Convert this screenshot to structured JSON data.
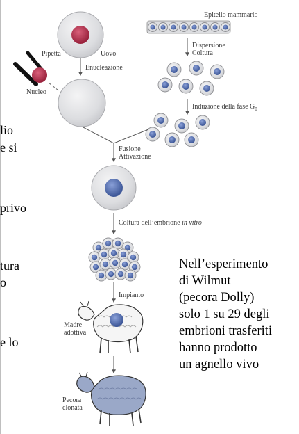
{
  "diagram": {
    "labels": {
      "epitelio": "Epitelio mammario",
      "pipetta": "Pipetta",
      "uovo": "Uovo",
      "enucleazione": "Enucleazione",
      "nucleo": "Nucleo",
      "dispersione": "Dispersione",
      "coltura": "Coltura",
      "induzione": "Induzione della fase G",
      "induzione_sub": "0",
      "fusione": "Fusione",
      "attivazione": "Attivazione",
      "coltura_embrione": "Coltura dell’embrione ",
      "in_vitro": "in vitro",
      "impianto": "Impianto",
      "madre": "Madre",
      "adottiva": "adottiva",
      "pecora": "Pecora",
      "clonata": "clonata"
    }
  },
  "side_fragments": [
    "lio",
    "e si",
    "privo",
    "tura",
    "o",
    "e lo"
  ],
  "caption": {
    "lines": [
      "Nell’esperimento",
      "di Wilmut",
      "(pecora Dolly)",
      "solo 1 su 29 degli",
      "embrioni trasferiti",
      "hanno prodotto",
      "un agnello vivo"
    ]
  },
  "colors": {
    "cell_fill": "#dcdde0",
    "nucleus_red": "#a8263e",
    "nucleus_blue": "#4e67a6",
    "sheep_clone": "#9aa8c8",
    "line": "#555555"
  }
}
